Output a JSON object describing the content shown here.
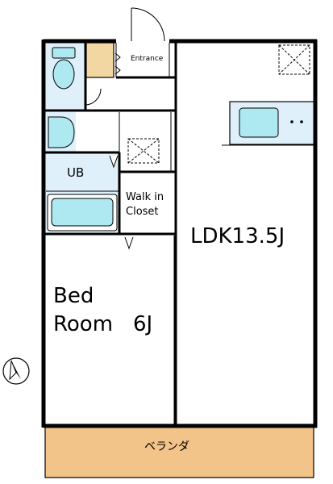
{
  "labels": {
    "entrance": "Entrance",
    "ub": "UB",
    "walk_in_1": "Walk in",
    "walk_in_2": "Closet",
    "ldk": "LDK13.5J",
    "bed_1": "Bed",
    "bed_2": "Room",
    "bed_3": "6J",
    "veranda": "ベランダ"
  },
  "colors": {
    "wall": "#000000",
    "wet_area": "#dff0fb",
    "fixture": "#aee9f2",
    "cabinet": "#f3d7a2",
    "veranda": "#f3c48a"
  },
  "icons": [
    "north-arrow-icon",
    "ventilation-fan-icon",
    "toilet-icon",
    "washbasin-icon",
    "bathtub-icon",
    "kitchen-sink-icon",
    "shoe-cabinet-icon"
  ]
}
